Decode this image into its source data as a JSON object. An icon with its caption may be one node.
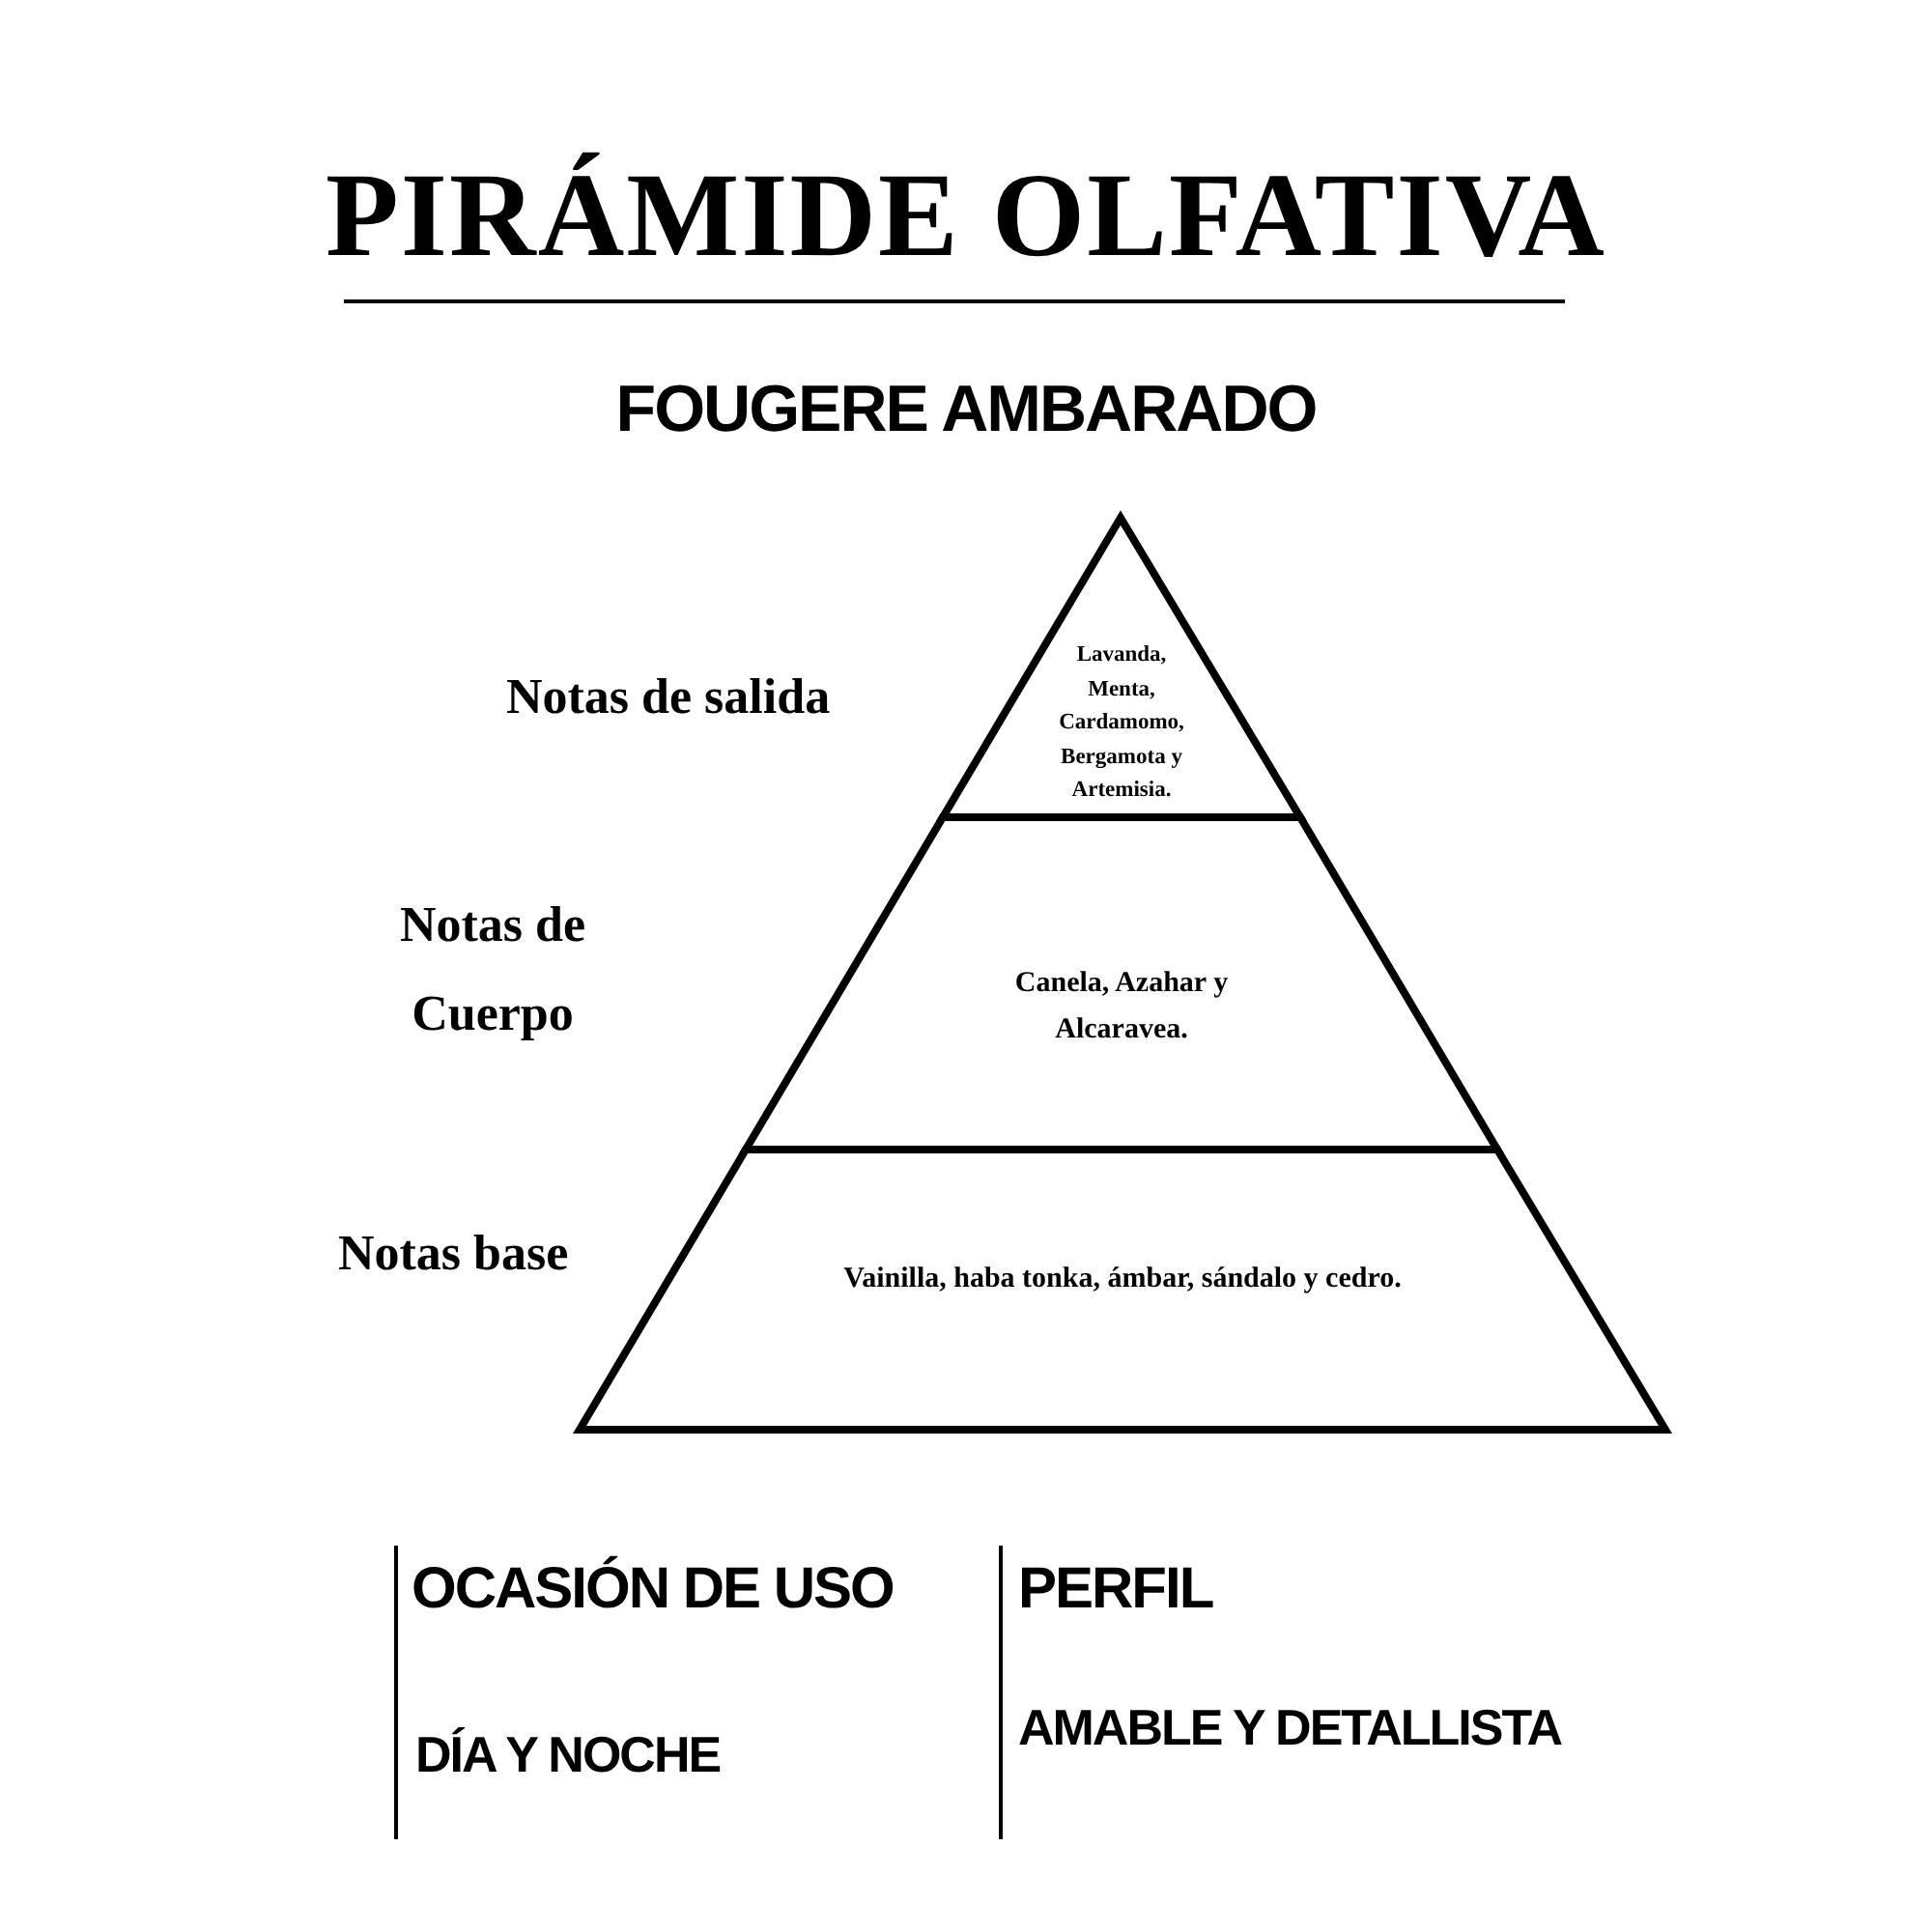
{
  "diagram": {
    "title": "PIRÁMIDE OLFATIVA",
    "nodes": [
      {
        "text": [
          "Lavanda, Menta, Cardamomo, Bergamota y Artemisia."
        ],
        "beside": [
          "Notas de salida"
        ]
      },
      {
        "text": [
          "Canela, Azahar y Alcaravea."
        ],
        "beside": [
          "Notas de Cuerpo"
        ]
      },
      {
        "text": [
          "Vainilla, haba tonka, ámbar, sándalo y cedro."
        ],
        "beside": [
          "Notas base"
        ]
      }
    ],
    "edges": [],
    "labels": [
      "FOUGERE AMBARADO",
      "OCASIÓN DE USO",
      "PERFIL",
      "DÍA Y NOCHE",
      "AMABLE Y DETALLISTA"
    ]
  }
}
